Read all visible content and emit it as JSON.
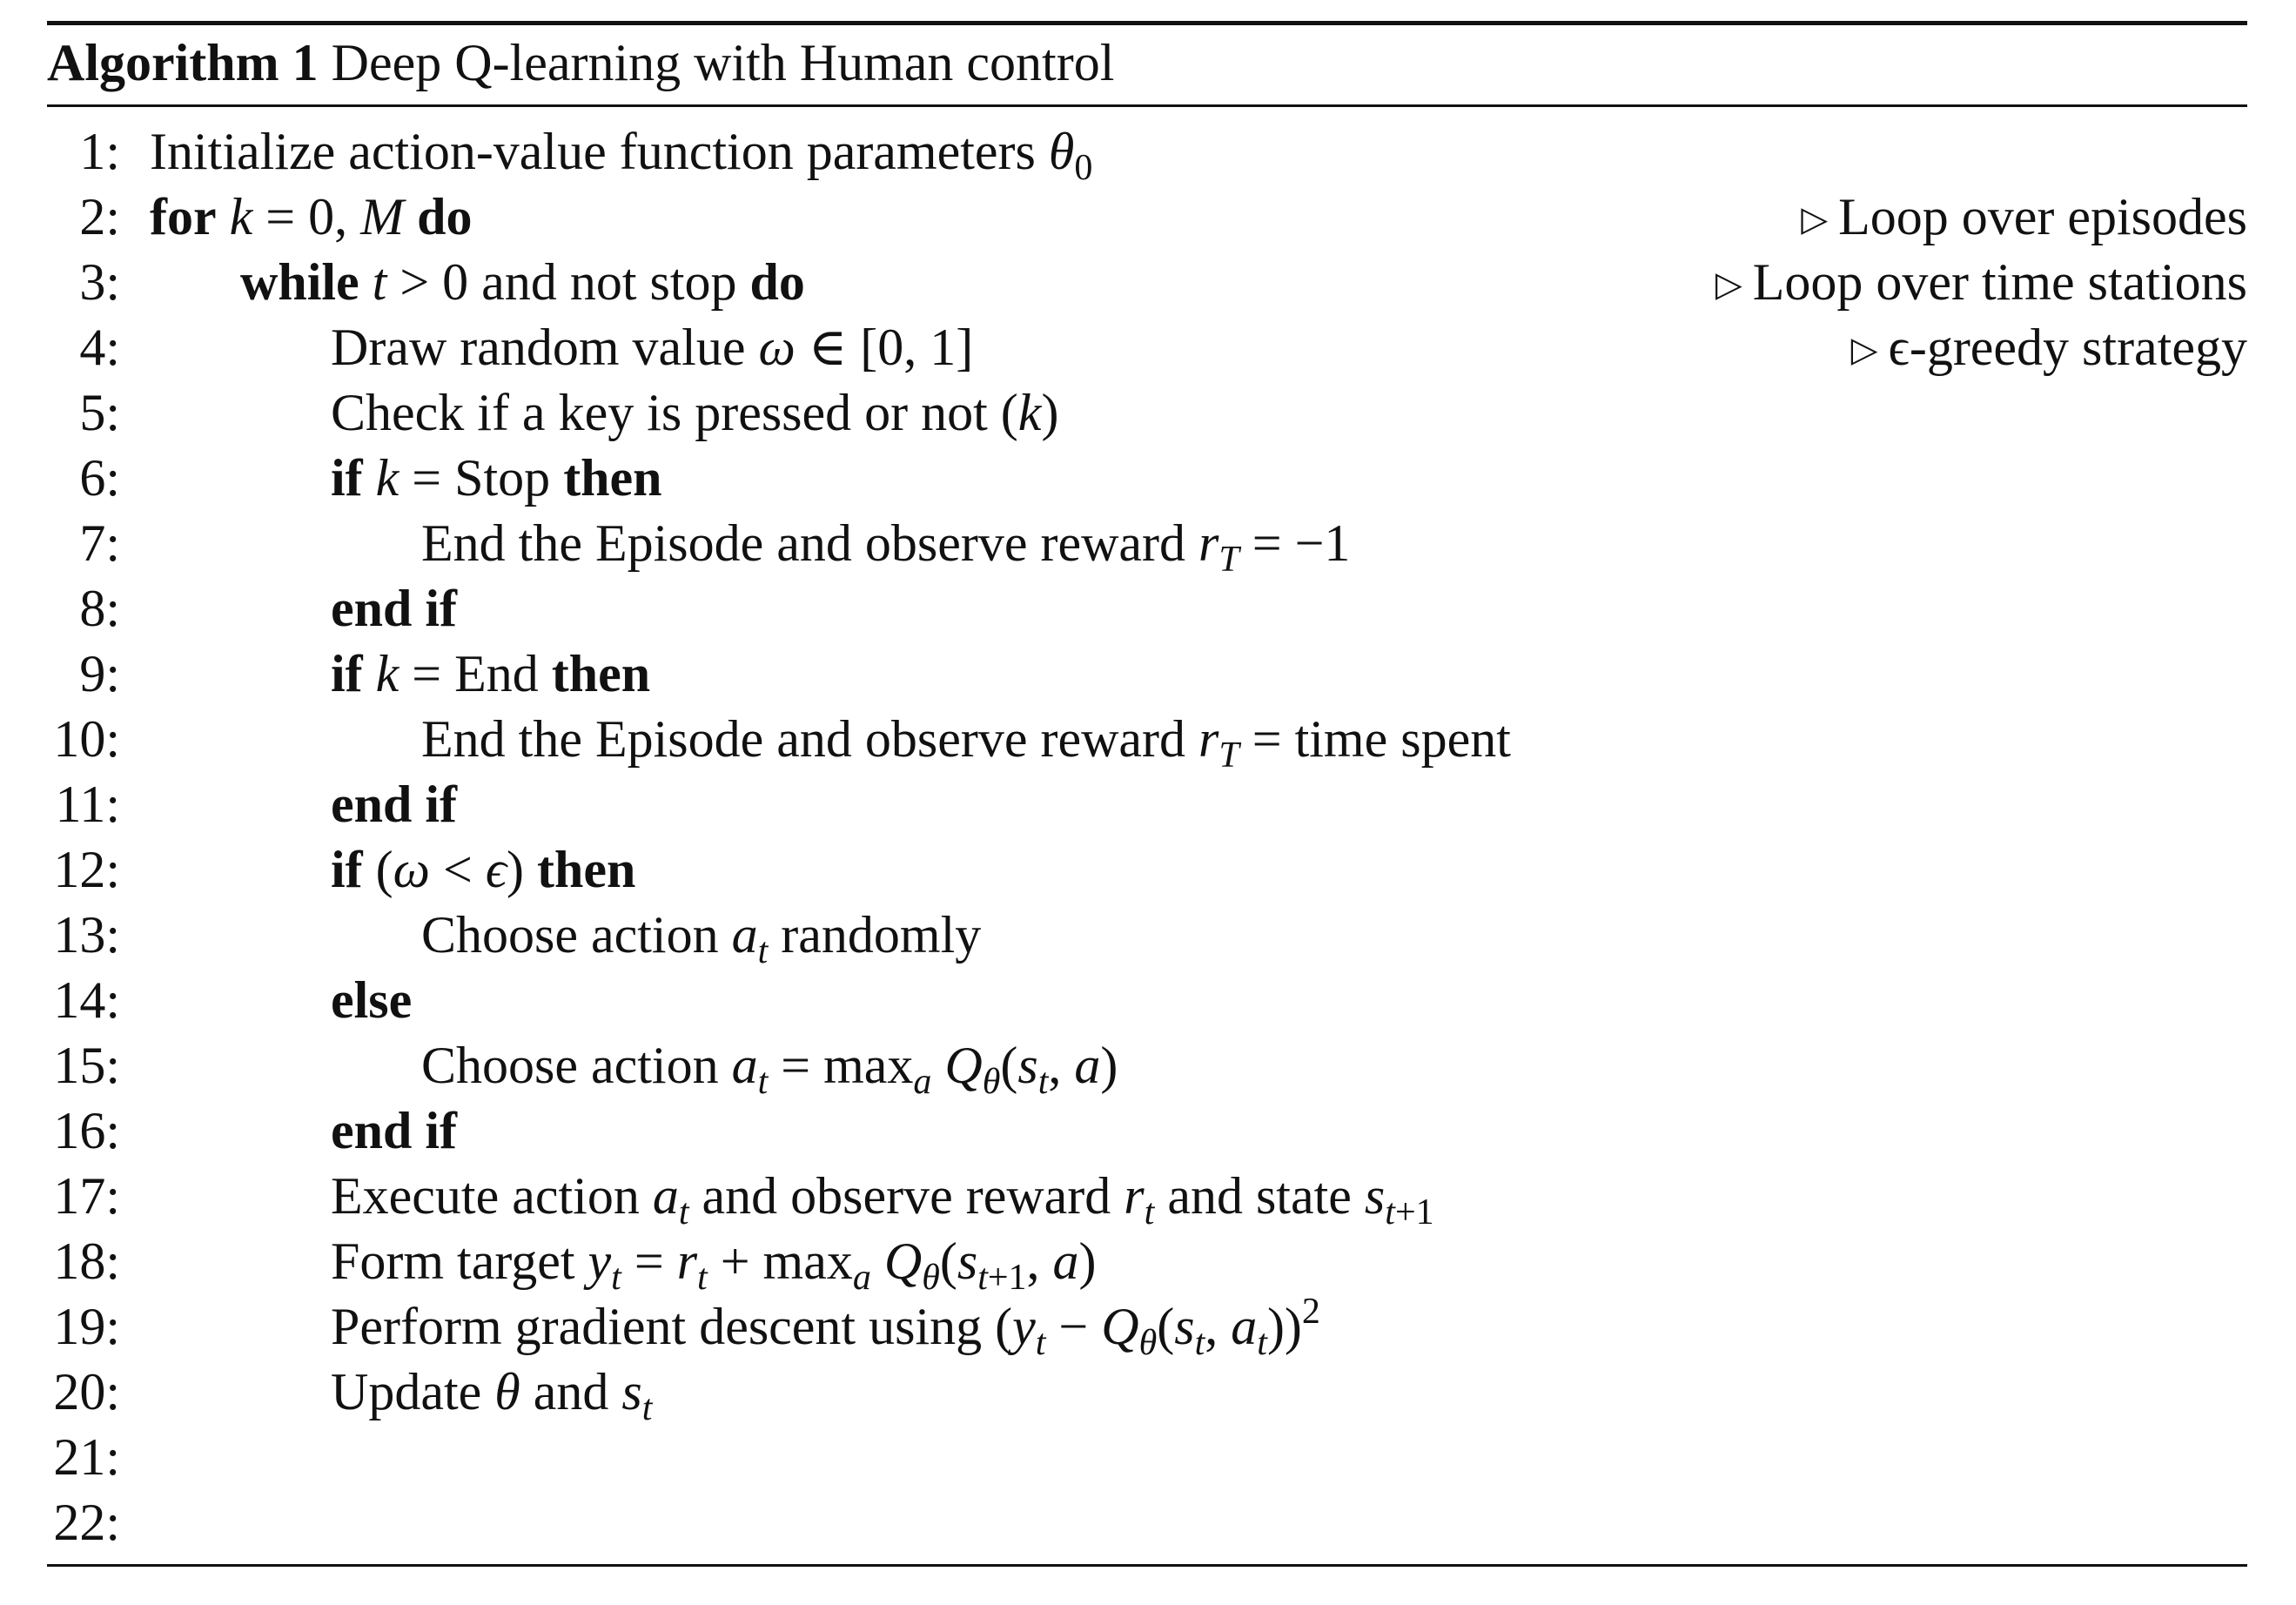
{
  "caption": {
    "label": "Algorithm 1",
    "title": "Deep Q-learning with Human control"
  },
  "lines": [
    {
      "n": "1:",
      "indent": 0,
      "html": "Initialize action-value function parameters <span class=\"m\">θ</span><sub>0</sub>",
      "comment": ""
    },
    {
      "n": "2:",
      "indent": 0,
      "html": "<span class=\"kw\">for</span> <span class=\"m\">k</span> = 0, <span class=\"m\">M</span> <span class=\"kw\">do</span>",
      "comment": "Loop over episodes"
    },
    {
      "n": "3:",
      "indent": 1,
      "html": "<span class=\"kw\">while</span> <span class=\"m\">t</span> &gt; 0 and not stop <span class=\"kw\">do</span>",
      "comment": "Loop over time stations"
    },
    {
      "n": "4:",
      "indent": 2,
      "html": "Draw random value <span class=\"m\">ω</span> ∈ [0, 1]",
      "comment": "ϵ-greedy strategy"
    },
    {
      "n": "5:",
      "indent": 2,
      "html": "Check if a key is pressed or not (<span class=\"m\">k</span>)",
      "comment": ""
    },
    {
      "n": "6:",
      "indent": 2,
      "html": "<span class=\"kw\">if</span> <span class=\"m\">k</span> = Stop <span class=\"kw\">then</span>",
      "comment": ""
    },
    {
      "n": "7:",
      "indent": 3,
      "html": "End the Episode and observe reward <span class=\"m\">r</span><sub class=\"m\">T</sub> = −1",
      "comment": ""
    },
    {
      "n": "8:",
      "indent": 2,
      "html": "<span class=\"kw\">end if</span>",
      "comment": ""
    },
    {
      "n": "9:",
      "indent": 2,
      "html": "<span class=\"kw\">if</span> <span class=\"m\">k</span> = End <span class=\"kw\">then</span>",
      "comment": ""
    },
    {
      "n": "10:",
      "indent": 3,
      "html": "End the Episode and observe reward <span class=\"m\">r</span><sub class=\"m\">T</sub> = time spent",
      "comment": ""
    },
    {
      "n": "11:",
      "indent": 2,
      "html": "<span class=\"kw\">end if</span>",
      "comment": ""
    },
    {
      "n": "12:",
      "indent": 2,
      "html": "<span class=\"kw\">if</span> (<span class=\"m\">ω</span> &lt; <span class=\"m\">ϵ</span>) <span class=\"kw\">then</span>",
      "comment": ""
    },
    {
      "n": "13:",
      "indent": 3,
      "html": "Choose action <span class=\"m\">a</span><sub class=\"m\">t</sub> randomly",
      "comment": ""
    },
    {
      "n": "14:",
      "indent": 2,
      "html": "<span class=\"kw\">else</span>",
      "comment": ""
    },
    {
      "n": "15:",
      "indent": 3,
      "html": "Choose action <span class=\"m\">a</span><sub class=\"m\">t</sub> = max<sub class=\"m\">a</sub> <span class=\"m\">Q</span><sub class=\"m\">θ</sub>(<span class=\"m\">s</span><sub class=\"m\">t</sub>, <span class=\"m\">a</span>)",
      "comment": ""
    },
    {
      "n": "16:",
      "indent": 2,
      "html": "<span class=\"kw\">end if</span>",
      "comment": ""
    },
    {
      "n": "17:",
      "indent": 2,
      "html": "Execute action <span class=\"m\">a</span><sub class=\"m\">t</sub> and observe reward <span class=\"m\">r</span><sub class=\"m\">t</sub> and state <span class=\"m\">s</span><sub><span class=\"m\">t</span>+1</sub>",
      "comment": ""
    },
    {
      "n": "18:",
      "indent": 2,
      "html": "Form target <span class=\"m\">y</span><sub class=\"m\">t</sub> = <span class=\"m\">r</span><sub class=\"m\">t</sub> + max<sub class=\"m\">a</sub> <span class=\"m\">Q</span><sub class=\"m\">θ</sub>(<span class=\"m\">s</span><sub><span class=\"m\">t</span>+1</sub>, <span class=\"m\">a</span>)",
      "comment": ""
    },
    {
      "n": "19:",
      "indent": 2,
      "html": "Perform gradient descent using (<span class=\"m\">y</span><sub class=\"m\">t</sub> − <span class=\"m\">Q</span><sub class=\"m\">θ</sub>(<span class=\"m\">s</span><sub class=\"m\">t</sub>, <span class=\"m\">a</span><sub class=\"m\">t</sub>))<sup>2</sup>",
      "comment": ""
    },
    {
      "n": "20:",
      "indent": 2,
      "html": "Update <span class=\"m\">θ</span> and <span class=\"m\">s</span><sub class=\"m\">t</sub>",
      "comment": ""
    },
    {
      "n": "21:",
      "indent": 2,
      "html": "",
      "comment": ""
    },
    {
      "n": "22:",
      "indent": 0,
      "html": "",
      "comment": ""
    }
  ]
}
